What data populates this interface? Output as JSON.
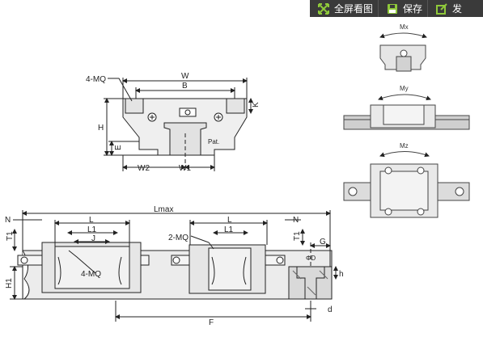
{
  "toolbar": {
    "fullscreen_label": "全屏看图",
    "save_label": "保存",
    "share_label": "发"
  },
  "colors": {
    "toolbar_bg": "#3a3a3a",
    "toolbar_icon": "#8fc93a",
    "line": "#222222",
    "body_fill": "#e9e9e9",
    "rail_fill": "#cfcfcf"
  },
  "diagram": {
    "top": {
      "label_4mq": "4-MQ",
      "w": "W",
      "b": "B",
      "k": "K",
      "h": "H",
      "e": "E",
      "pat": "Pat.",
      "w2": "W2",
      "w1": "W1"
    },
    "moments": {
      "mx": "Mx",
      "my": "My",
      "mz": "Mz"
    },
    "bottom": {
      "n_left": "N",
      "n_right": "N",
      "lmax": "Lmax",
      "l_left": "L",
      "l1_left": "L1",
      "j": "J",
      "t1_left": "T1",
      "h1": "H1",
      "label_4mq": "4-MQ",
      "label_2mq": "2-MQ",
      "l_right": "L",
      "l1_right": "L1",
      "t1_right": "T1",
      "g": "G",
      "phi_d": "ΦD",
      "h": "h",
      "d": "d",
      "f": "F"
    }
  }
}
